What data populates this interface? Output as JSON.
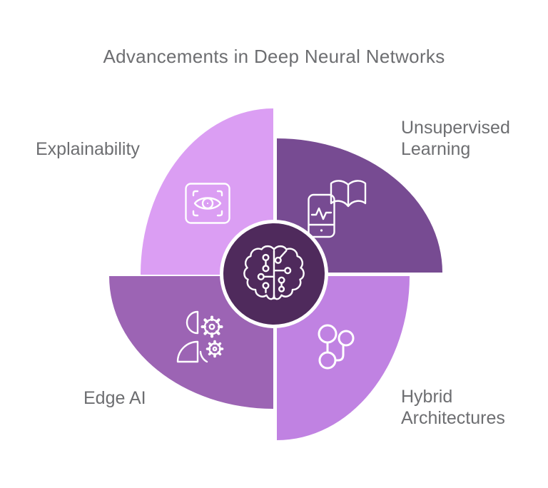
{
  "title": "Advancements in Deep Neural Networks",
  "colors": {
    "background": "#ffffff",
    "title_text": "#6d6e71",
    "label_text": "#6d6e71",
    "center_circle": "#4f2a5c",
    "icon_stroke": "#ffffff"
  },
  "center": {
    "icon": "brain-circuit-icon"
  },
  "sectors": [
    {
      "id": "explainability",
      "label": "Explainability",
      "position": "top-left",
      "color": "#db9ef3",
      "icon": "eye-scan-icon"
    },
    {
      "id": "unsupervised-learning",
      "label": "Unsupervised Learning",
      "position": "top-right",
      "color": "#774b92",
      "icon": "mobile-book-icon"
    },
    {
      "id": "hybrid-architectures",
      "label": "Hybrid Architectures",
      "position": "bottom-right",
      "color": "#c082e2",
      "icon": "branch-nodes-icon"
    },
    {
      "id": "edge-ai",
      "label": "Edge AI",
      "position": "bottom-left",
      "color": "#9c64b4",
      "icon": "person-gears-icon"
    }
  ]
}
